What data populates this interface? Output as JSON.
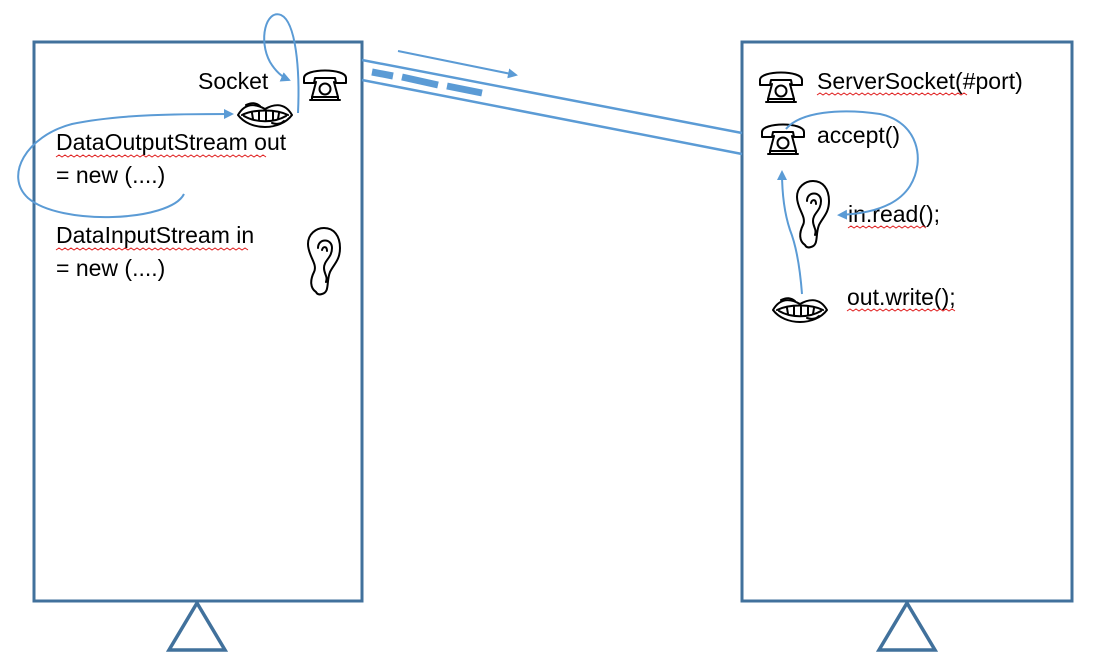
{
  "client": {
    "socket_label": "Socket",
    "output_line1": "DataOutputStream out",
    "output_line2": "= new (....)",
    "input_line1": "DataInputStream in",
    "input_line2": "= new (....)"
  },
  "server": {
    "server_socket_label": "ServerSocket(#port)",
    "accept_label": "accept()",
    "read_label": "in.read();",
    "write_label": "out.write();"
  },
  "icons": {
    "client": [
      "telephone-icon",
      "mouth-icon",
      "ear-icon"
    ],
    "server": [
      "telephone-icon",
      "telephone-icon",
      "ear-icon",
      "mouth-icon"
    ]
  },
  "colors": {
    "frame": "#41719c",
    "arrow": "#5b9bd5",
    "spellcheck": "#e02020"
  }
}
